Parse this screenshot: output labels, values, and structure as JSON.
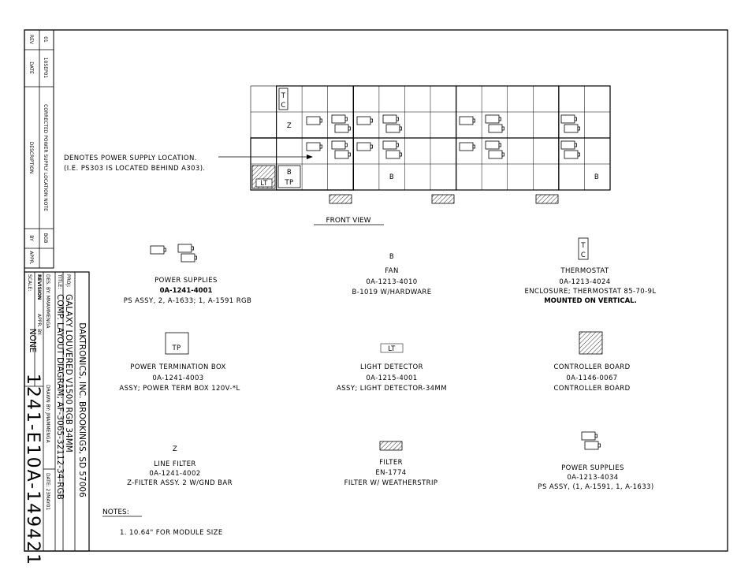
{
  "revision_block": {
    "headers": {
      "rev": "REV",
      "date": "DATE",
      "description": "DESCRIPTION",
      "by": "BY",
      "appr": "APPR."
    },
    "entry": {
      "rev": "01",
      "date": "10SEP01",
      "description": "CORRECTED POWER SUPPLY LOCATION NOTE",
      "by": "BGB",
      "appr": ""
    }
  },
  "title_block": {
    "company": "DAKTRONICS, INC.  BROOKINGS, SD 57006",
    "proj_label": "PROJ:",
    "proj": "GALAXY LOUVERED V1500 RGB 34MM",
    "title_label": "TITLE:",
    "title": "COMP. LAYOUT DIAGRAM; AF-3065-32112-34-RGB",
    "des_by": "DES. BY: MMAMMENGA",
    "drawn_by": "DRAWN BY: JMAMMENGA",
    "date": "DATE: 23MAY01",
    "revision_label": "REVISION",
    "appr_by": "APPR. BY:",
    "scale_label": "SCALE:",
    "scale": "NONE",
    "drawing_number": "1241-E10A-149421"
  },
  "front_view": {
    "label": "FRONT VIEW",
    "callout_line1": "DENOTES POWER SUPPLY LOCATION.",
    "callout_line2": "(I.E. PS303 IS LOCATED BEHIND A303).",
    "cell_labels": {
      "tc_t": "T",
      "tc_c": "C",
      "z": "Z",
      "b": "B",
      "tp": "TP",
      "lt": "LT"
    }
  },
  "legend": [
    {
      "id": "power-supplies-2x1",
      "symbol": "ps-pair",
      "name": "POWER SUPPLIES",
      "part": "0A-1241-4001",
      "desc": "PS ASSY, 2, A-1633; 1, A-1591 RGB",
      "extra": ""
    },
    {
      "id": "fan",
      "symbol": "B",
      "name": "FAN",
      "part": "0A-1213-4010",
      "desc": "B-1019 W/HARDWARE",
      "extra": ""
    },
    {
      "id": "thermostat",
      "symbol": "TC",
      "name": "THERMOSTAT",
      "part": "0A-1213-4024",
      "desc": "ENCLOSURE; THERMOSTAT 85-70-9L",
      "extra": "MOUNTED ON VERTICAL."
    },
    {
      "id": "power-termination-box",
      "symbol": "TP",
      "name": "POWER TERMINATION BOX",
      "part": "0A-1241-4003",
      "desc": "ASSY; POWER TERM BOX 120V-*L",
      "extra": ""
    },
    {
      "id": "light-detector",
      "symbol": "LT",
      "name": "LIGHT DETECTOR",
      "part": "0A-1215-4001",
      "desc": "ASSY; LIGHT DETECTOR-34MM",
      "extra": ""
    },
    {
      "id": "controller-board",
      "symbol": "hatch-square",
      "name": "CONTROLLER BOARD",
      "part": "0A-1146-0067",
      "desc": "CONTROLLER BOARD",
      "extra": ""
    },
    {
      "id": "line-filter",
      "symbol": "Z",
      "name": "LINE FILTER",
      "part": "0A-1241-4002",
      "desc": "Z-FILTER ASSY. 2 W/GND BAR",
      "extra": ""
    },
    {
      "id": "filter",
      "symbol": "hatch-bar",
      "name": "FILTER",
      "part": "EN-1774",
      "desc": "FILTER W/ WEATHERSTRIP",
      "extra": ""
    },
    {
      "id": "power-supplies-1x1",
      "symbol": "ps-stack",
      "name": "POWER SUPPLIES",
      "part": "0A-1213-4034",
      "desc": "PS ASSY, (1, A-1591, 1, A-1633)",
      "extra": ""
    }
  ],
  "notes": {
    "heading": "NOTES:",
    "items": [
      "1.   10.64\" FOR MODULE SIZE"
    ]
  }
}
